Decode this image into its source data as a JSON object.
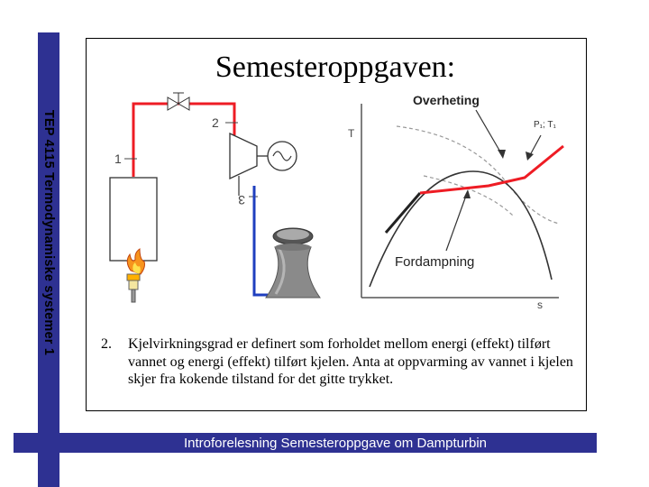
{
  "sidebar": {
    "course_label": "TEP 4115 Termodynamiske systemer 1"
  },
  "slide": {
    "title": "Semesteroppgaven:",
    "item_number": "2.",
    "paragraph": "Kjelvirkningsgrad er definert som forholdet mellom energi (effekt) tilført vannet og energi (effekt) tilført kjelen. Anta at oppvarming av vannet i kjelen skjer fra kokende tilstand for det gitte trykket.",
    "footer": "Introforelesning Semesteroppgave om Dampturbin"
  },
  "diagram": {
    "state_labels": [
      "1",
      "2",
      "3"
    ],
    "ts": {
      "axis_t": "T",
      "axis_s": "s",
      "label_superheat": "Overheting",
      "label_evaporation": "Fordampning",
      "label_state": "P₁; T₁"
    },
    "colors": {
      "hot": "#ee1c24",
      "cold": "#1f3fbf",
      "accent": "#2e3192"
    }
  }
}
